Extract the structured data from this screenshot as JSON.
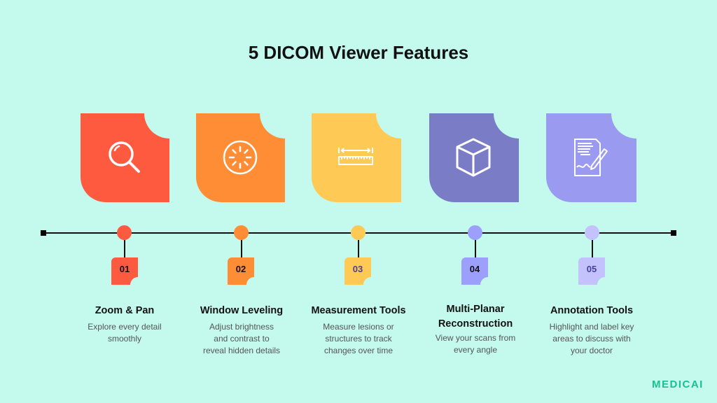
{
  "title": "5 DICOM Viewer Features",
  "features": [
    {
      "number": "01",
      "title": "Zoom & Pan",
      "description_lines": [
        "Explore every detail",
        "smoothly"
      ],
      "icon": "magnifier-icon",
      "color": "#fd5a40",
      "dot_color": "#fd5a40",
      "number_color": "#111111"
    },
    {
      "number": "02",
      "title": "Window Leveling",
      "description_lines": [
        "Adjust brightness",
        "and contrast to",
        "reveal hidden details"
      ],
      "icon": "brightness-dial-icon",
      "color": "#fe8d35",
      "dot_color": "#fe8d35",
      "number_color": "#111111"
    },
    {
      "number": "03",
      "title": "Measurement Tools",
      "description_lines": [
        "Measure lesions or",
        "structures to track",
        "changes over time"
      ],
      "icon": "ruler-icon",
      "color": "#ffc955",
      "dot_color": "#ffc955",
      "number_color": "#4a3f9a"
    },
    {
      "number": "04",
      "title_lines": [
        "Multi-Planar",
        "Reconstruction"
      ],
      "title": "Multi-Planar Reconstruction",
      "description_lines": [
        "View your scans from",
        "every angle"
      ],
      "icon": "cube-icon",
      "color": "#7a7cc5",
      "dot_color": "#9d9ffc",
      "badge_color": "#9d9ffc",
      "number_color": "#111111"
    },
    {
      "number": "05",
      "title": "Annotation Tools",
      "description_lines": [
        "Highlight and label key",
        "areas to discuss with",
        "your doctor"
      ],
      "icon": "document-pen-icon",
      "color": "#9a9af1",
      "dot_color": "#c4c2fd",
      "badge_color": "#c4c2fd",
      "number_color": "#4a3f9a"
    }
  ],
  "brand": "MEDICAI",
  "colors": {
    "background": "#c4f9ee",
    "brand": "#1bbf91",
    "timeline": "#111111"
  }
}
